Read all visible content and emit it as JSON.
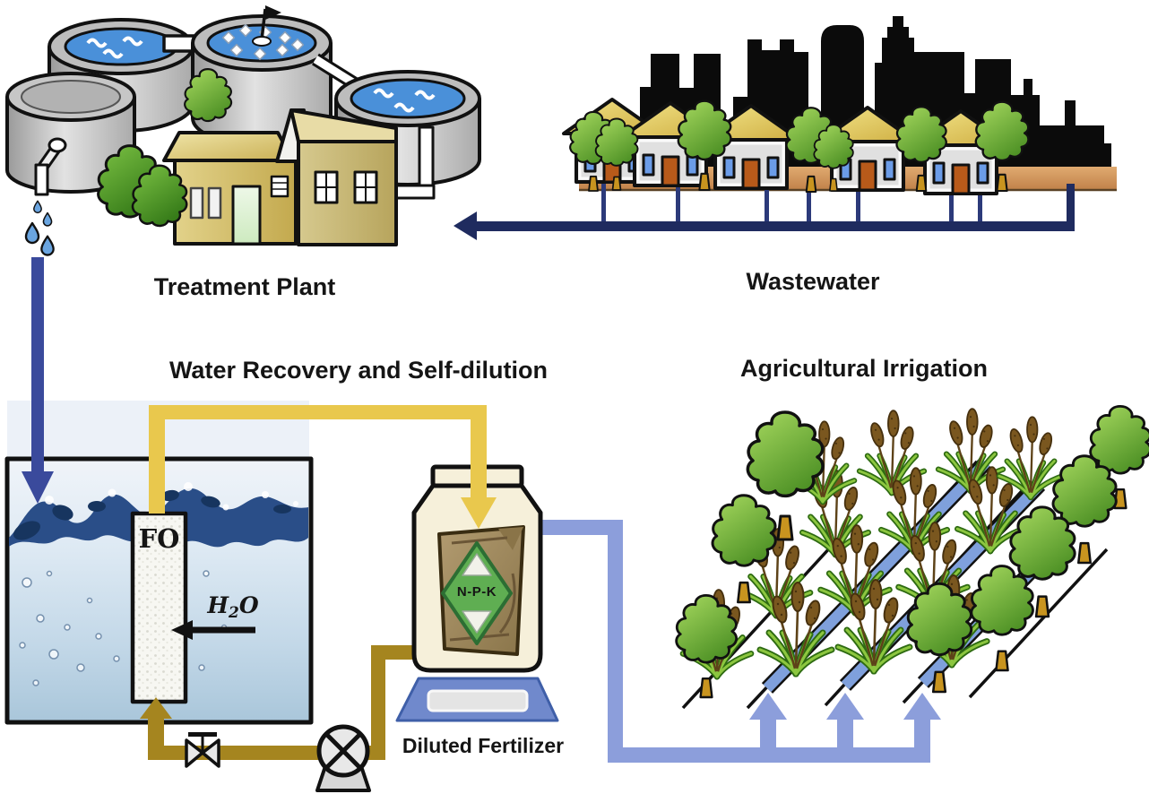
{
  "labels": {
    "treatment_plant": "Treatment Plant",
    "wastewater": "Wastewater",
    "water_recovery": "Water Recovery and Self-dilution",
    "agricultural_irrigation": "Agricultural Irrigation",
    "diluted_fertilizer": "Diluted Fertilizer"
  },
  "annotations": {
    "fo_membrane": "FO",
    "h2o": {
      "h": "H",
      "sub": "2",
      "o": "O"
    },
    "npk": "N-P-K"
  },
  "icons": [
    "treatment-plant-illustration",
    "city-skyline",
    "house-icon",
    "tree-icon",
    "clarifier-tank-icon",
    "faucet-icon",
    "water-droplet-icon",
    "fo-membrane",
    "valve-icon",
    "pump-icon",
    "fertilizer-jar-icon",
    "npk-diamond-icon",
    "weighing-scale-icon",
    "wheat-plant-icon",
    "irrigation-channel",
    "flow-arrow"
  ],
  "colors": {
    "pipe_navy": "#1f2b5f",
    "pipe_navy2": "#2c3a7a",
    "pipe_blue": "#3a4a9c",
    "pipe_yellow": "#e9c84d",
    "pipe_olive": "#a5851f",
    "pipe_peri": "#8c9edb",
    "tank_water_blue": "#4a90d9",
    "channel_blue": "#7fa0dc",
    "scale_blue": "#7089cc",
    "diamond_green": "#5fae52",
    "label_black": "#151515"
  }
}
